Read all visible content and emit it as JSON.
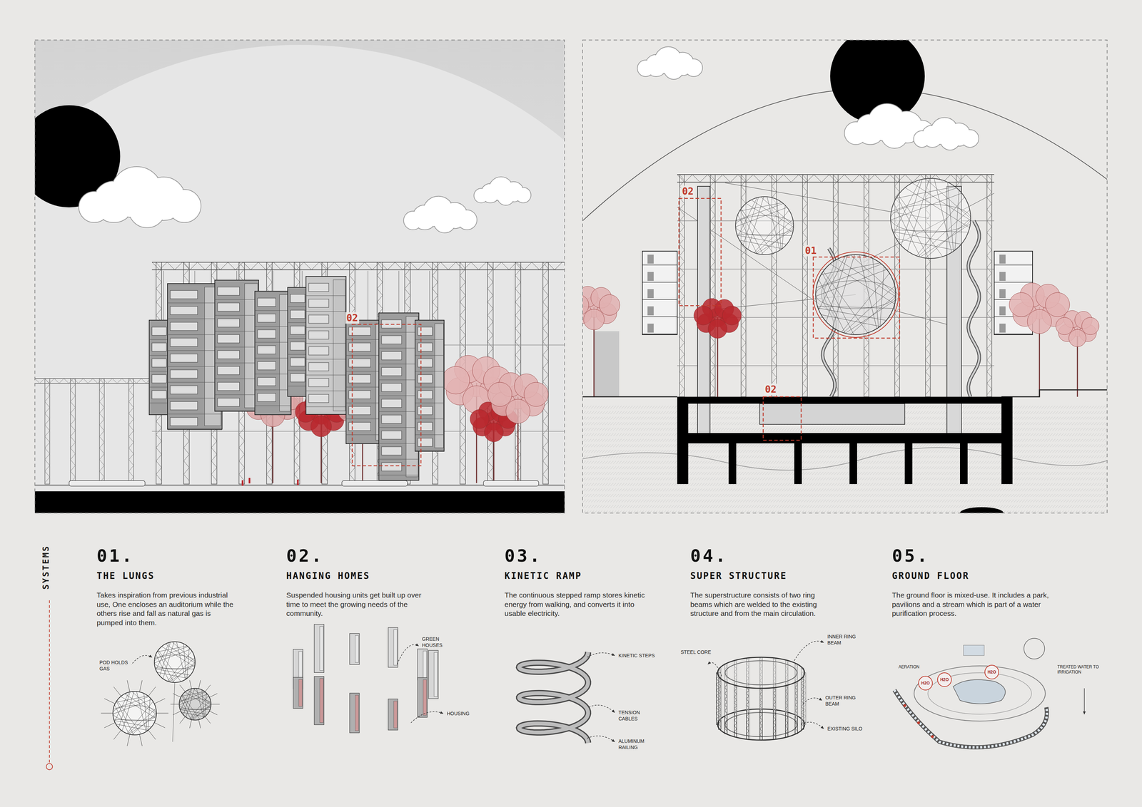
{
  "diagram": {
    "labels": [
      "SYSTEMS",
      "01.",
      "THE LUNGS",
      "Takes inspiration from previous industrial use, One encloses an auditorium while the others rise and fall as natural gas is pumped into them.",
      "02.",
      "HANGING HOMES",
      "Suspended housing units get built up over time to meet the growing needs of the community.",
      "03.",
      "KINETIC RAMP",
      "The continuous stepped ramp stores kinetic energy from walking, and converts it into usable electricity.",
      "04.",
      "SUPER STRUCTURE",
      "The superstructure consists of two ring beams which are welded to the existing structure and from the main circulation.",
      "05.",
      "GROUND FLOOR",
      "The ground floor is mixed-use. It includes a park, pavilions and a stream which is part of a water purification process.",
      "POD HOLDS GAS",
      "GREEN HOUSES",
      "HOUSING",
      "KINETIC STEPS",
      "TENSION CABLES",
      "ALUMINUM RAILING",
      "STEEL CORE",
      "INNER RING BEAM",
      "OUTER RING BEAM",
      "EXISTING SILO",
      "AERATION",
      "H2O",
      "H2O",
      "H2O",
      "TREATED WATER TO IRRIGATION",
      "02",
      "02",
      "01",
      "02"
    ]
  }
}
